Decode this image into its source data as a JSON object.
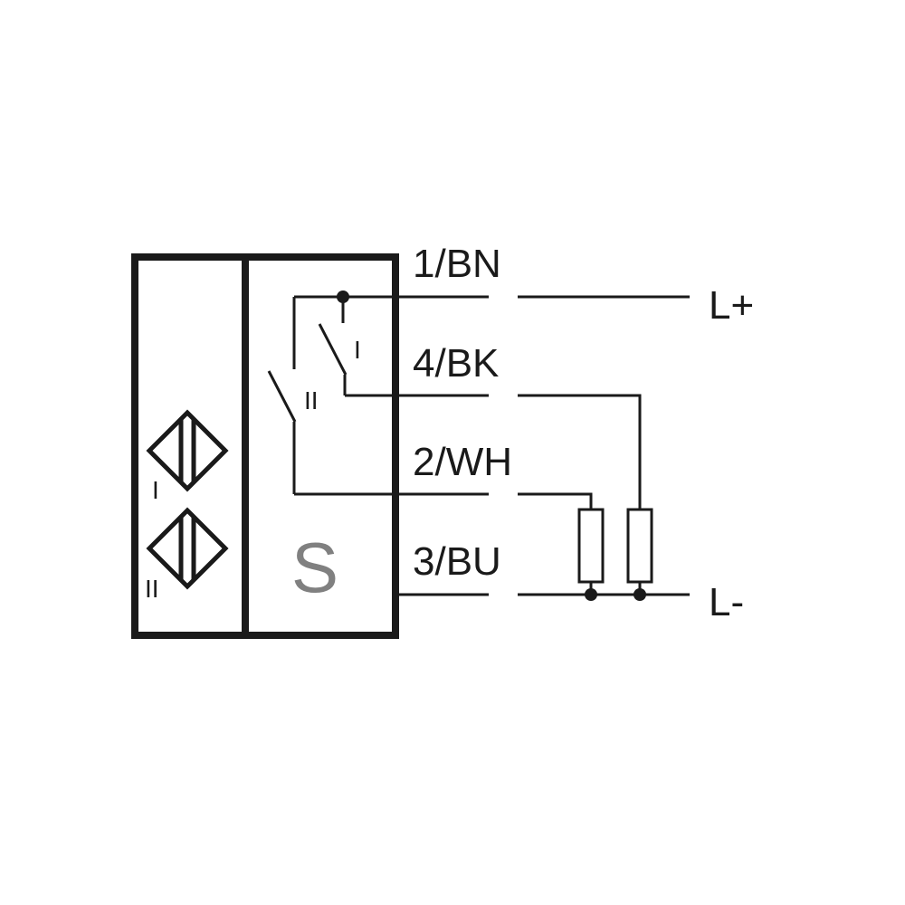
{
  "wires": {
    "bn": "1/BN",
    "bk": "4/BK",
    "wh": "2/WH",
    "bu": "3/BU"
  },
  "supply": {
    "positive": "L+",
    "negative": "L-"
  },
  "sensor": {
    "letter": "S",
    "sensing_face_1": "I",
    "sensing_face_2": "II",
    "switch_1": "I",
    "switch_2": "II",
    "icon": "inductive-sensing-face-icon"
  },
  "colors": {
    "line": "#1a1a1a",
    "letter": "#808080",
    "background": "#ffffff"
  }
}
